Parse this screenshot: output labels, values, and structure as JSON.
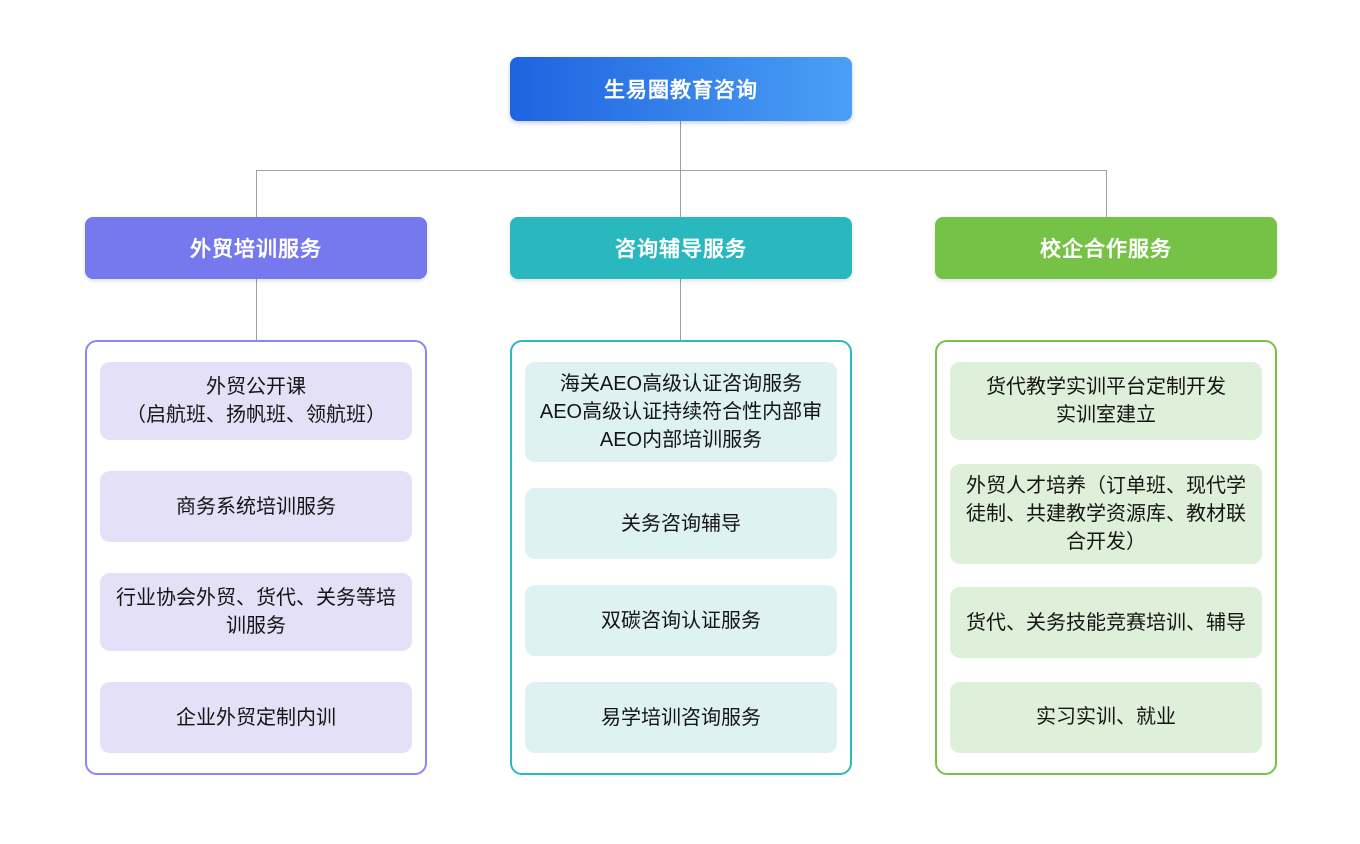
{
  "root": {
    "label": "生易圈教育咨询"
  },
  "colors": {
    "root_gradient_from": "#1e63e0",
    "root_gradient_to": "#4b9ff5",
    "connector": "#98a0ab",
    "branch_purple": "#7678ee",
    "branch_purple_item_bg": "#e3e0f7",
    "branch_teal": "#29b8be",
    "branch_teal_item_bg": "#def1f3",
    "branch_green": "#76c246",
    "branch_green_item_bg": "#def0d9"
  },
  "branches": [
    {
      "label": "外贸培训服务",
      "items": [
        {
          "lines": [
            "外贸公开课",
            "（启航班、扬帆班、领航班）"
          ]
        },
        {
          "lines": [
            "商务系统培训服务"
          ]
        },
        {
          "lines": [
            "行业协会外贸、货代、关务等培",
            "训服务"
          ]
        },
        {
          "lines": [
            "企业外贸定制内训"
          ]
        }
      ]
    },
    {
      "label": "咨询辅导服务",
      "items": [
        {
          "lines": [
            "海关AEO高级认证咨询服务",
            "AEO高级认证持续符合性内部审",
            "AEO内部培训服务"
          ]
        },
        {
          "lines": [
            "关务咨询辅导"
          ]
        },
        {
          "lines": [
            "双碳咨询认证服务"
          ]
        },
        {
          "lines": [
            "易学培训咨询服务"
          ]
        }
      ]
    },
    {
      "label": "校企合作服务",
      "items": [
        {
          "lines": [
            "货代教学实训平台定制开发",
            "实训室建立"
          ]
        },
        {
          "lines": [
            "外贸人才培养（订单班、现代学",
            "徒制、共建教学资源库、教材联",
            "合开发）"
          ]
        },
        {
          "lines": [
            "货代、关务技能竞赛培训、辅导"
          ]
        },
        {
          "lines": [
            "实习实训、就业"
          ]
        }
      ]
    }
  ]
}
